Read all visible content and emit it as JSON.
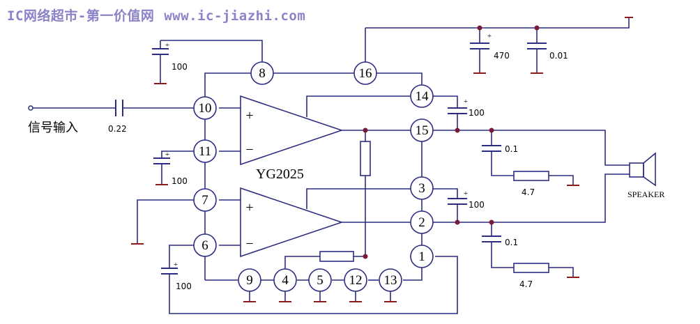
{
  "header": {
    "site_name": "IC网络超市-第一价值网",
    "site_url": "www.ic-jiazhi.com"
  },
  "chip": {
    "name": "YG2025"
  },
  "labels": {
    "signal_input": "信号输入",
    "speaker": "SPEAKER",
    "opamp_plus": "+",
    "opamp_minus": "−",
    "polarity_plus": "+"
  },
  "pins": {
    "p1": "1",
    "p2": "2",
    "p3": "3",
    "p4": "4",
    "p5": "5",
    "p6": "6",
    "p7": "7",
    "p8": "8",
    "p9": "9",
    "p10": "10",
    "p11": "11",
    "p12": "12",
    "p13": "13",
    "p14": "14",
    "p15": "15",
    "p16": "16"
  },
  "components": {
    "c_pin8": "100",
    "c_input": "0.22",
    "c_pin11": "100",
    "c_pin6": "100",
    "c_470": "470",
    "c_001": "0.01",
    "c_boot_top": "100",
    "c_boot_bottom": "100",
    "c_zobel_top": "0.1",
    "r_zobel_top": "4.7",
    "c_zobel_bottom": "0.1",
    "r_zobel_bottom": "4.7"
  },
  "colors": {
    "wire": "#2c2c82",
    "node": "#7a1a3a",
    "ground": "#8b1a1a",
    "pin_fill": "#ffffff",
    "header_text": "#8a83c8"
  }
}
